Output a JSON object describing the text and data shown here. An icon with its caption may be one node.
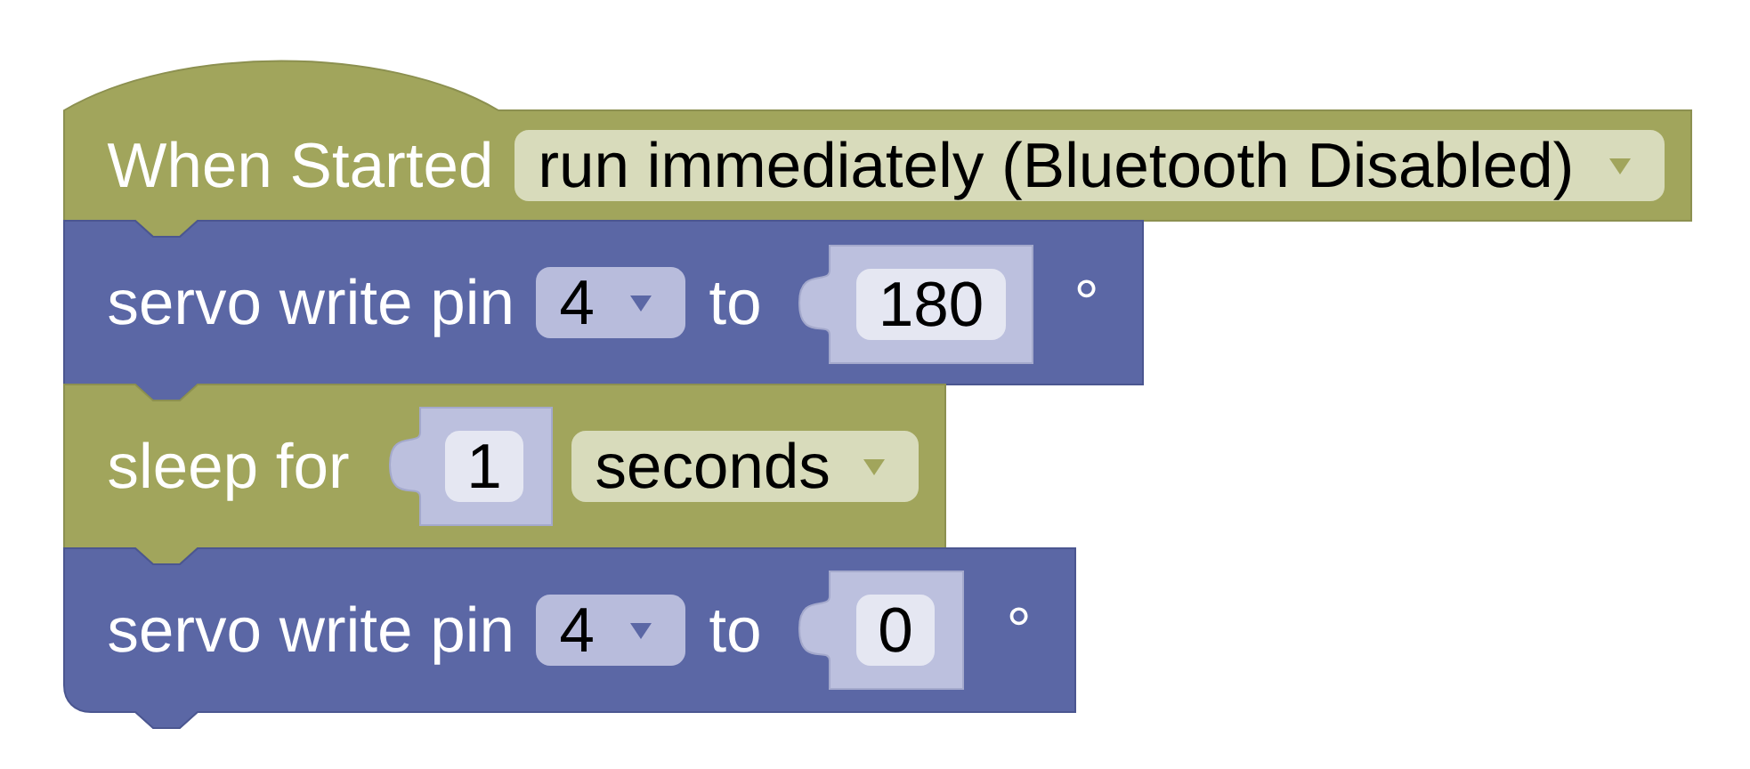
{
  "diagram": {
    "nodes": [
      {
        "text": [
          "When Started"
        ]
      },
      {
        "text": [
          "run immediately (Bluetooth Disabled)"
        ],
        "in": 0
      },
      {
        "text": [
          "servo write pin",
          "to",
          "°"
        ]
      },
      {
        "text": [
          "4"
        ],
        "in": 2
      },
      {
        "text": [
          "180"
        ],
        "in": 2
      },
      {
        "text": [
          "sleep for"
        ]
      },
      {
        "text": [
          "1"
        ],
        "in": 5
      },
      {
        "text": [
          "seconds"
        ],
        "in": 5
      },
      {
        "text": [
          "servo write pin",
          "to",
          "°"
        ]
      },
      {
        "text": [
          "4"
        ],
        "in": 8
      },
      {
        "text": [
          "0"
        ],
        "in": 8
      }
    ]
  }
}
